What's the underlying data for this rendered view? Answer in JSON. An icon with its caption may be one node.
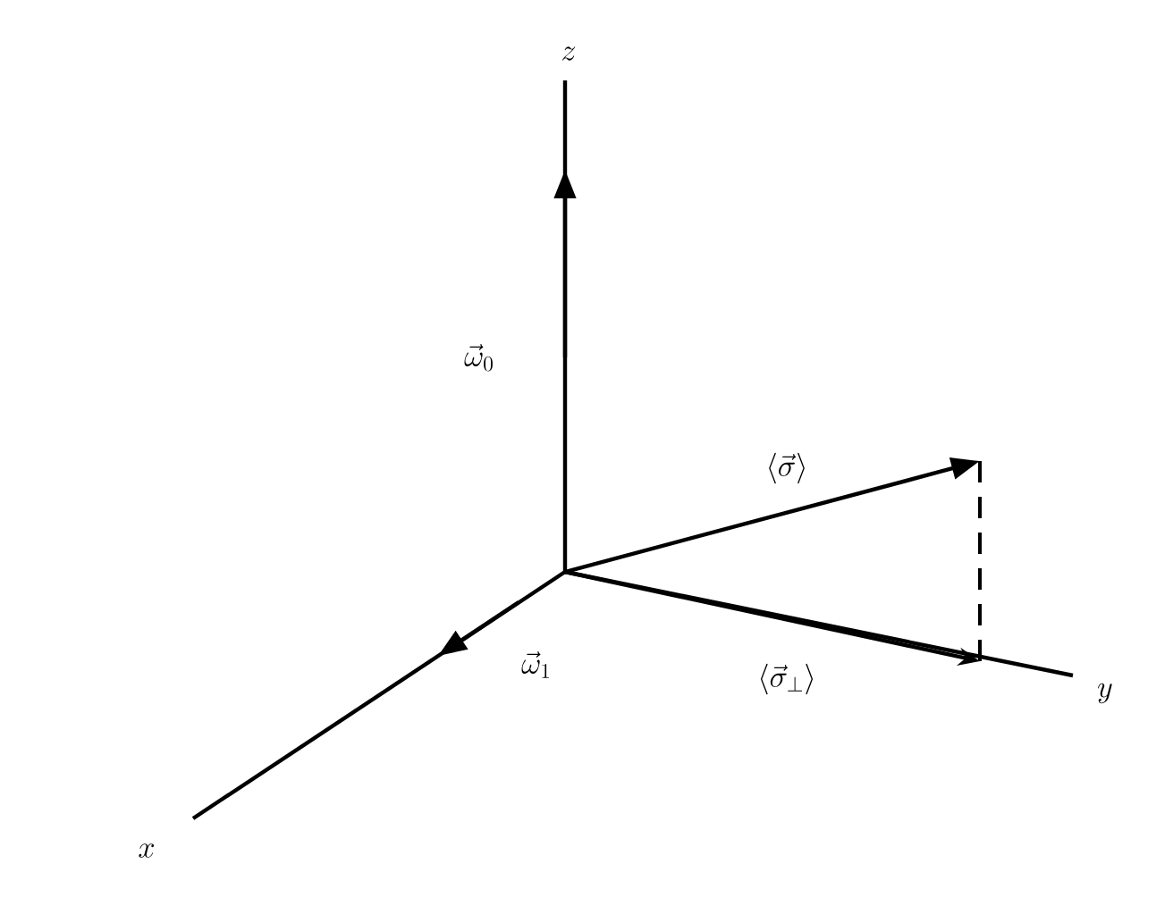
{
  "diagram": {
    "labels": [
      "z",
      "\\vec{\\omega}_0",
      "\\langle\\vec{\\sigma}\\rangle",
      "\\vec{\\omega}_1",
      "\\langle\\vec{\\sigma}_\\perp\\rangle",
      "y",
      "x"
    ]
  }
}
